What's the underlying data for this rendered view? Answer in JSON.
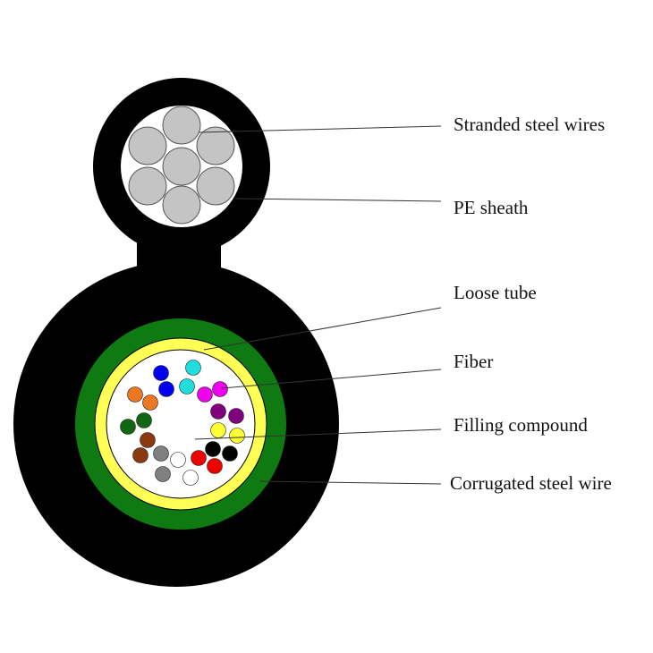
{
  "labels": {
    "stranded_steel_wires": "Stranded steel wires",
    "pe_sheath": "PE sheath",
    "loose_tube": "Loose tube",
    "fiber": "Fiber",
    "filling_compound": "Filling compound",
    "corrugated_steel_wire": "Corrugated steel wire"
  },
  "colors": {
    "sheath": "#000000",
    "steel_wire": "#c4c4c4",
    "corrugated_steel": "#0f7a12",
    "loose_tube": "#ffff55",
    "filling": "#ffffff",
    "leader_line": "#333333"
  },
  "fiber_colors": [
    "blue",
    "aqua",
    "orange",
    "magenta",
    "purple",
    "green",
    "yellow",
    "brown",
    "black",
    "grey",
    "white",
    "red"
  ]
}
